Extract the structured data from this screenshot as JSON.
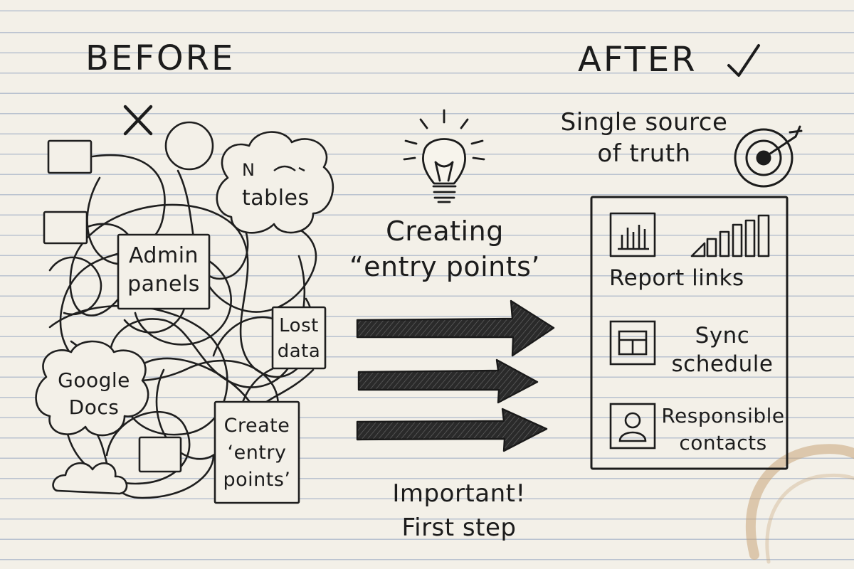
{
  "before": {
    "heading": "BEFORE",
    "cross_icon": "x-mark-icon",
    "labels": {
      "cloud_tables": "tables",
      "cloud_tables_scribble": "N",
      "admin_panels": [
        "Admin",
        "panels"
      ],
      "lost_data": [
        "Lost",
        "data"
      ],
      "google_docs": [
        "Google",
        "Docs"
      ],
      "create_entry_points": [
        "Create",
        "‘entry",
        "points’"
      ]
    }
  },
  "middle": {
    "idea_icon": "lightbulb-icon",
    "caption": [
      "Creating",
      "“entry points’"
    ],
    "arrows_icon": "right-arrow-icon",
    "note": [
      "Important!",
      "First step"
    ]
  },
  "after": {
    "heading": "AFTER",
    "check_icon": "checkmark-icon",
    "subtitle": [
      "Single source",
      "of truth"
    ],
    "target_icon": "target-icon",
    "items": {
      "report_links": "Report links",
      "sync_schedule": [
        "Sync",
        "schedule"
      ],
      "responsible_contacts": [
        "Responsible",
        "contacts"
      ]
    }
  },
  "colors": {
    "paper": "#f3f0e8",
    "rule_line": "#b9c2cf",
    "ink": "#1c1c1c",
    "coffee_stain": "#c9a57a"
  }
}
